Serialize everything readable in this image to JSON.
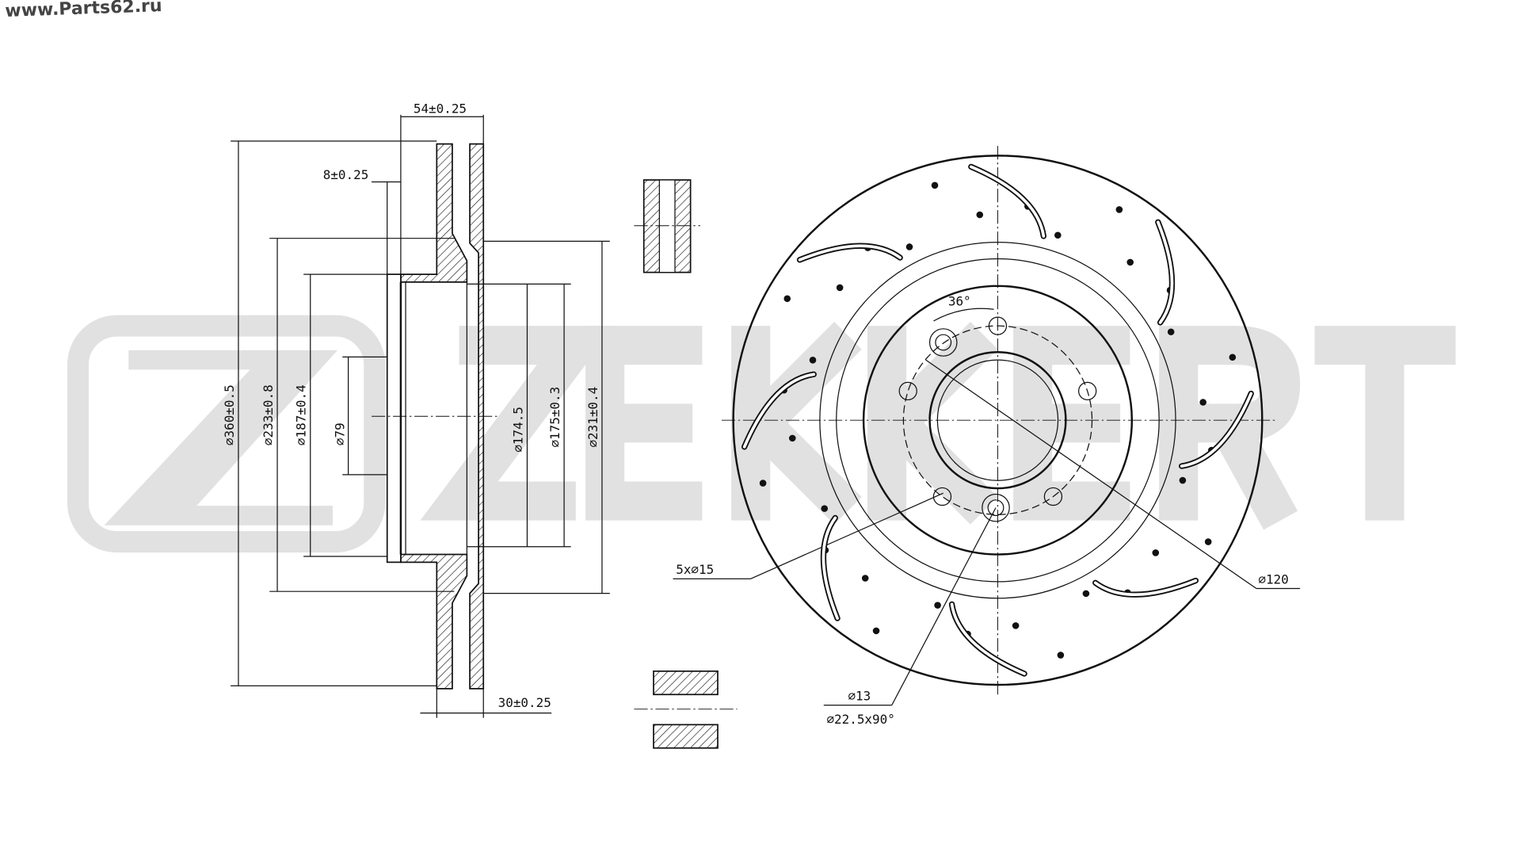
{
  "site": "www.Parts62.ru",
  "watermark": "ZEKKERT",
  "dimensions": {
    "width_total": "54±0.25",
    "flange": "8±0.25",
    "d360": "⌀360±0.5",
    "d233": "⌀233±0.8",
    "d187": "⌀187±0.4",
    "d79": "⌀79",
    "d174_5": "⌀174.5",
    "d175": "⌀175±0.3",
    "d231": "⌀231±0.4",
    "thickness": "30±0.25",
    "bolt_holes": "5x⌀15",
    "pcd": "⌀120",
    "d13": "⌀13",
    "chamfer": "⌀22.5x90°",
    "angle": "36°"
  }
}
